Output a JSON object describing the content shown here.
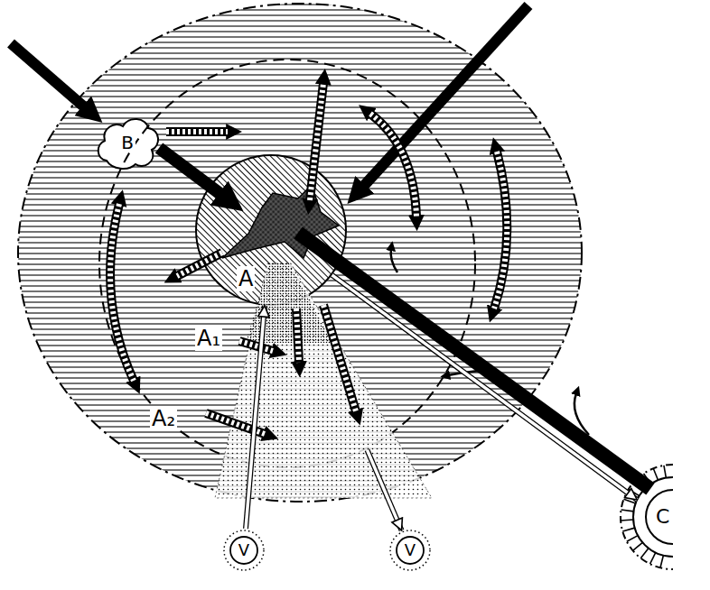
{
  "diagram": {
    "nodes": [
      {
        "text": [
          "A₂"
        ]
      },
      {
        "text": [
          "B"
        ],
        "in": 0
      },
      {
        "text": [
          "A₁"
        ],
        "in": 0
      },
      {
        "text": [
          "A"
        ],
        "in": 2
      },
      {
        "text": [
          "V"
        ]
      },
      {
        "text": [
          "V"
        ]
      },
      {
        "text": [
          "C"
        ]
      }
    ],
    "edges": [
      {
        "from": 4,
        "to": 3,
        "arrow": "to"
      },
      {
        "from": 2,
        "to": 5,
        "arrow": "to"
      },
      {
        "from": 3,
        "to": 6,
        "arrow": "to"
      }
    ]
  }
}
